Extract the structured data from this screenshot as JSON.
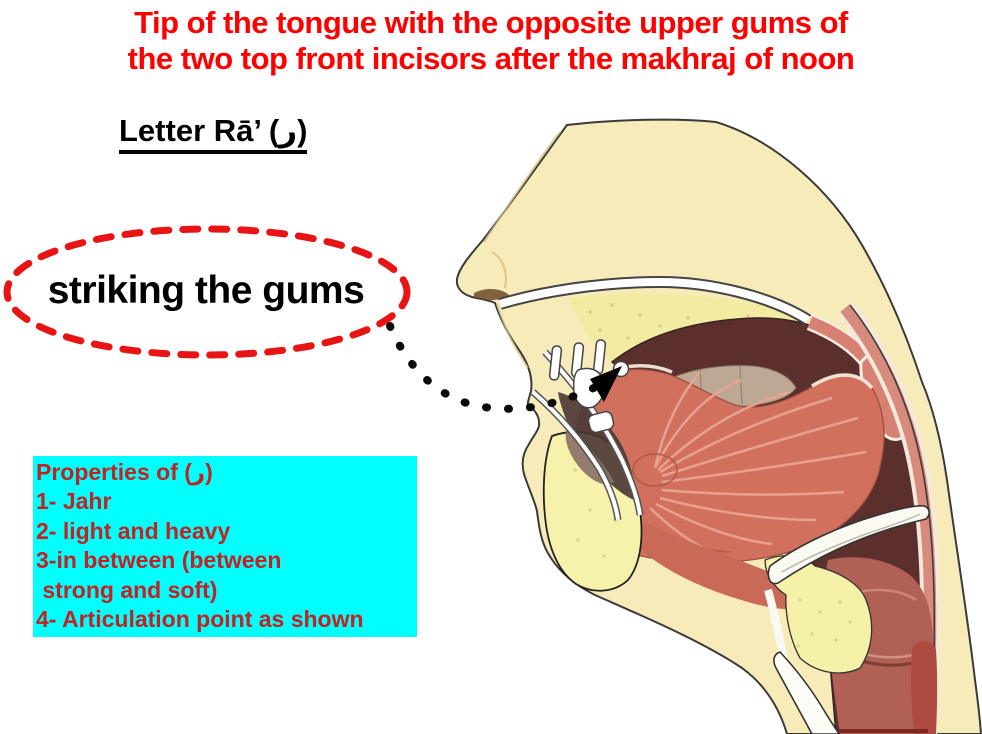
{
  "slide": {
    "title": {
      "line1": "Tip of the tongue with the opposite upper gums of",
      "line2": "the two top front incisors after the makhraj of noon"
    },
    "letter_heading": "Letter Rā’ (ر)",
    "callout": {
      "label": "striking the gums"
    },
    "properties_box": {
      "lines": [
        "Properties of (ر)",
        "1- Jahr",
        "2- light and heavy",
        "3-in between (between",
        " strong and soft)",
        "4- Articulation point as shown"
      ]
    },
    "diagram": {
      "name": "sagittal-head-mouth-cross-section"
    },
    "colors": {
      "title_red": "#ff0000",
      "properties_red": "#c32222",
      "box_cyan": "#00ffff",
      "ellipse_red": "#e81313",
      "connector_black": "#0a0a0a",
      "skin_cream": "#f7ecb9",
      "bone_yellow": "#f6f2ac",
      "tongue_salmon": "#d2705e",
      "mouth_maroon": "#5b2f2c"
    }
  }
}
